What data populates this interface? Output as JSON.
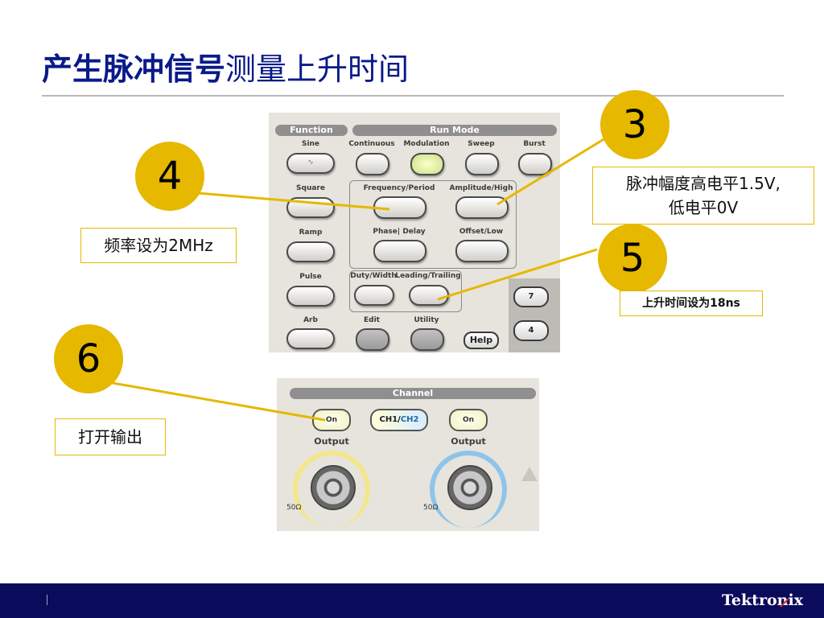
{
  "title": {
    "bold_part": "产生脉冲信号",
    "rest": "测量上升时间"
  },
  "panel": {
    "function_label": "Function",
    "runmode_label": "Run Mode",
    "function_buttons": [
      "Sine",
      "Square",
      "Ramp",
      "Pulse",
      "Arb"
    ],
    "runmode_buttons": [
      "Continuous",
      "Modulation",
      "Sweep",
      "Burst"
    ],
    "param_buttons": [
      "Frequency/Period",
      "Amplitude/High",
      "Phase| Delay",
      "Offset/Low",
      "Duty/Width",
      "Leading/Trailing"
    ],
    "bottom_buttons": [
      "Edit",
      "Utility"
    ],
    "help_label": "Help",
    "keys": [
      "7",
      "4"
    ]
  },
  "channel": {
    "label": "Channel",
    "on_label": "On",
    "output_label": "Output",
    "ch_toggle_1": "CH1",
    "ch_toggle_sep": "/",
    "ch_toggle_2": "CH2",
    "impedance": "50Ω"
  },
  "steps": [
    {
      "number": "3",
      "note_line1": "脉冲幅度高电平1.5V,",
      "note_line2": "低电平0V"
    },
    {
      "number": "4",
      "note": "频率设为2MHz"
    },
    {
      "number": "5",
      "note": "上升时间设为18ns"
    },
    {
      "number": "6",
      "note": "打开输出"
    }
  ],
  "footer": {
    "brand": "Tektronix"
  },
  "colors": {
    "accent": "#e6b800",
    "title": "#0a1a8a",
    "footer": "#0b0b5c"
  }
}
